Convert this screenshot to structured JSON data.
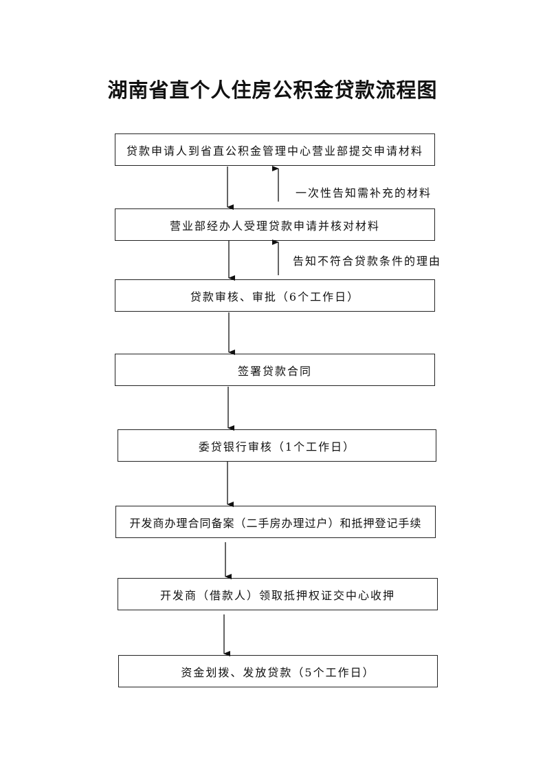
{
  "title": "湖南省直个人住房公积金贷款流程图",
  "steps": [
    "贷款申请人到省直公积金管理中心营业部提交申请材料",
    "营业部经办人受理贷款申请并核对材料",
    "贷款审核、审批（6个工作日）",
    "签署贷款合同",
    "委贷银行审核（1个工作日）",
    "开发商办理合同备案（二手房办理过户）和抵押登记手续",
    "开发商（借款人）领取抵押权证交中心收押",
    "资金划拨、发放贷款（5个工作日）"
  ],
  "feedback": [
    "一次性告知需补充的材料",
    "告知不符合贷款条件的理由"
  ]
}
